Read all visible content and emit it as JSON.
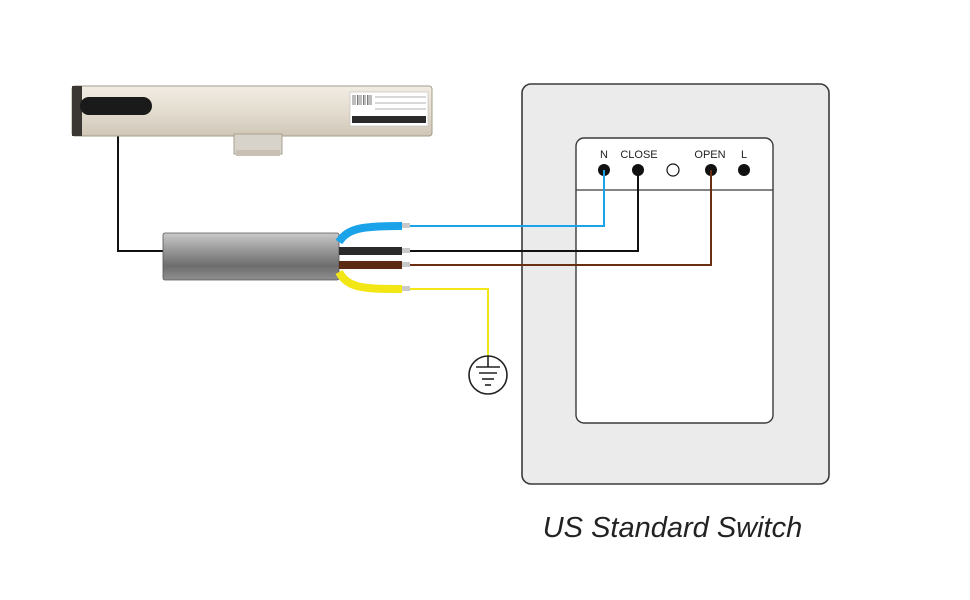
{
  "switch": {
    "caption": "US Standard Switch",
    "terminals": [
      {
        "label": "N"
      },
      {
        "label": "CLOSE"
      },
      {
        "label": ""
      },
      {
        "label": "OPEN"
      },
      {
        "label": "L"
      }
    ]
  },
  "wires": {
    "neutral_color": "#1aa3e8",
    "close_color": "#111111",
    "open_color": "#6b2e12",
    "ground_color": "#f2e614"
  },
  "actuator": {
    "label_rows": [
      "",
      "",
      "",
      ""
    ]
  },
  "icons": {
    "ground": "earth-ground-symbol"
  }
}
